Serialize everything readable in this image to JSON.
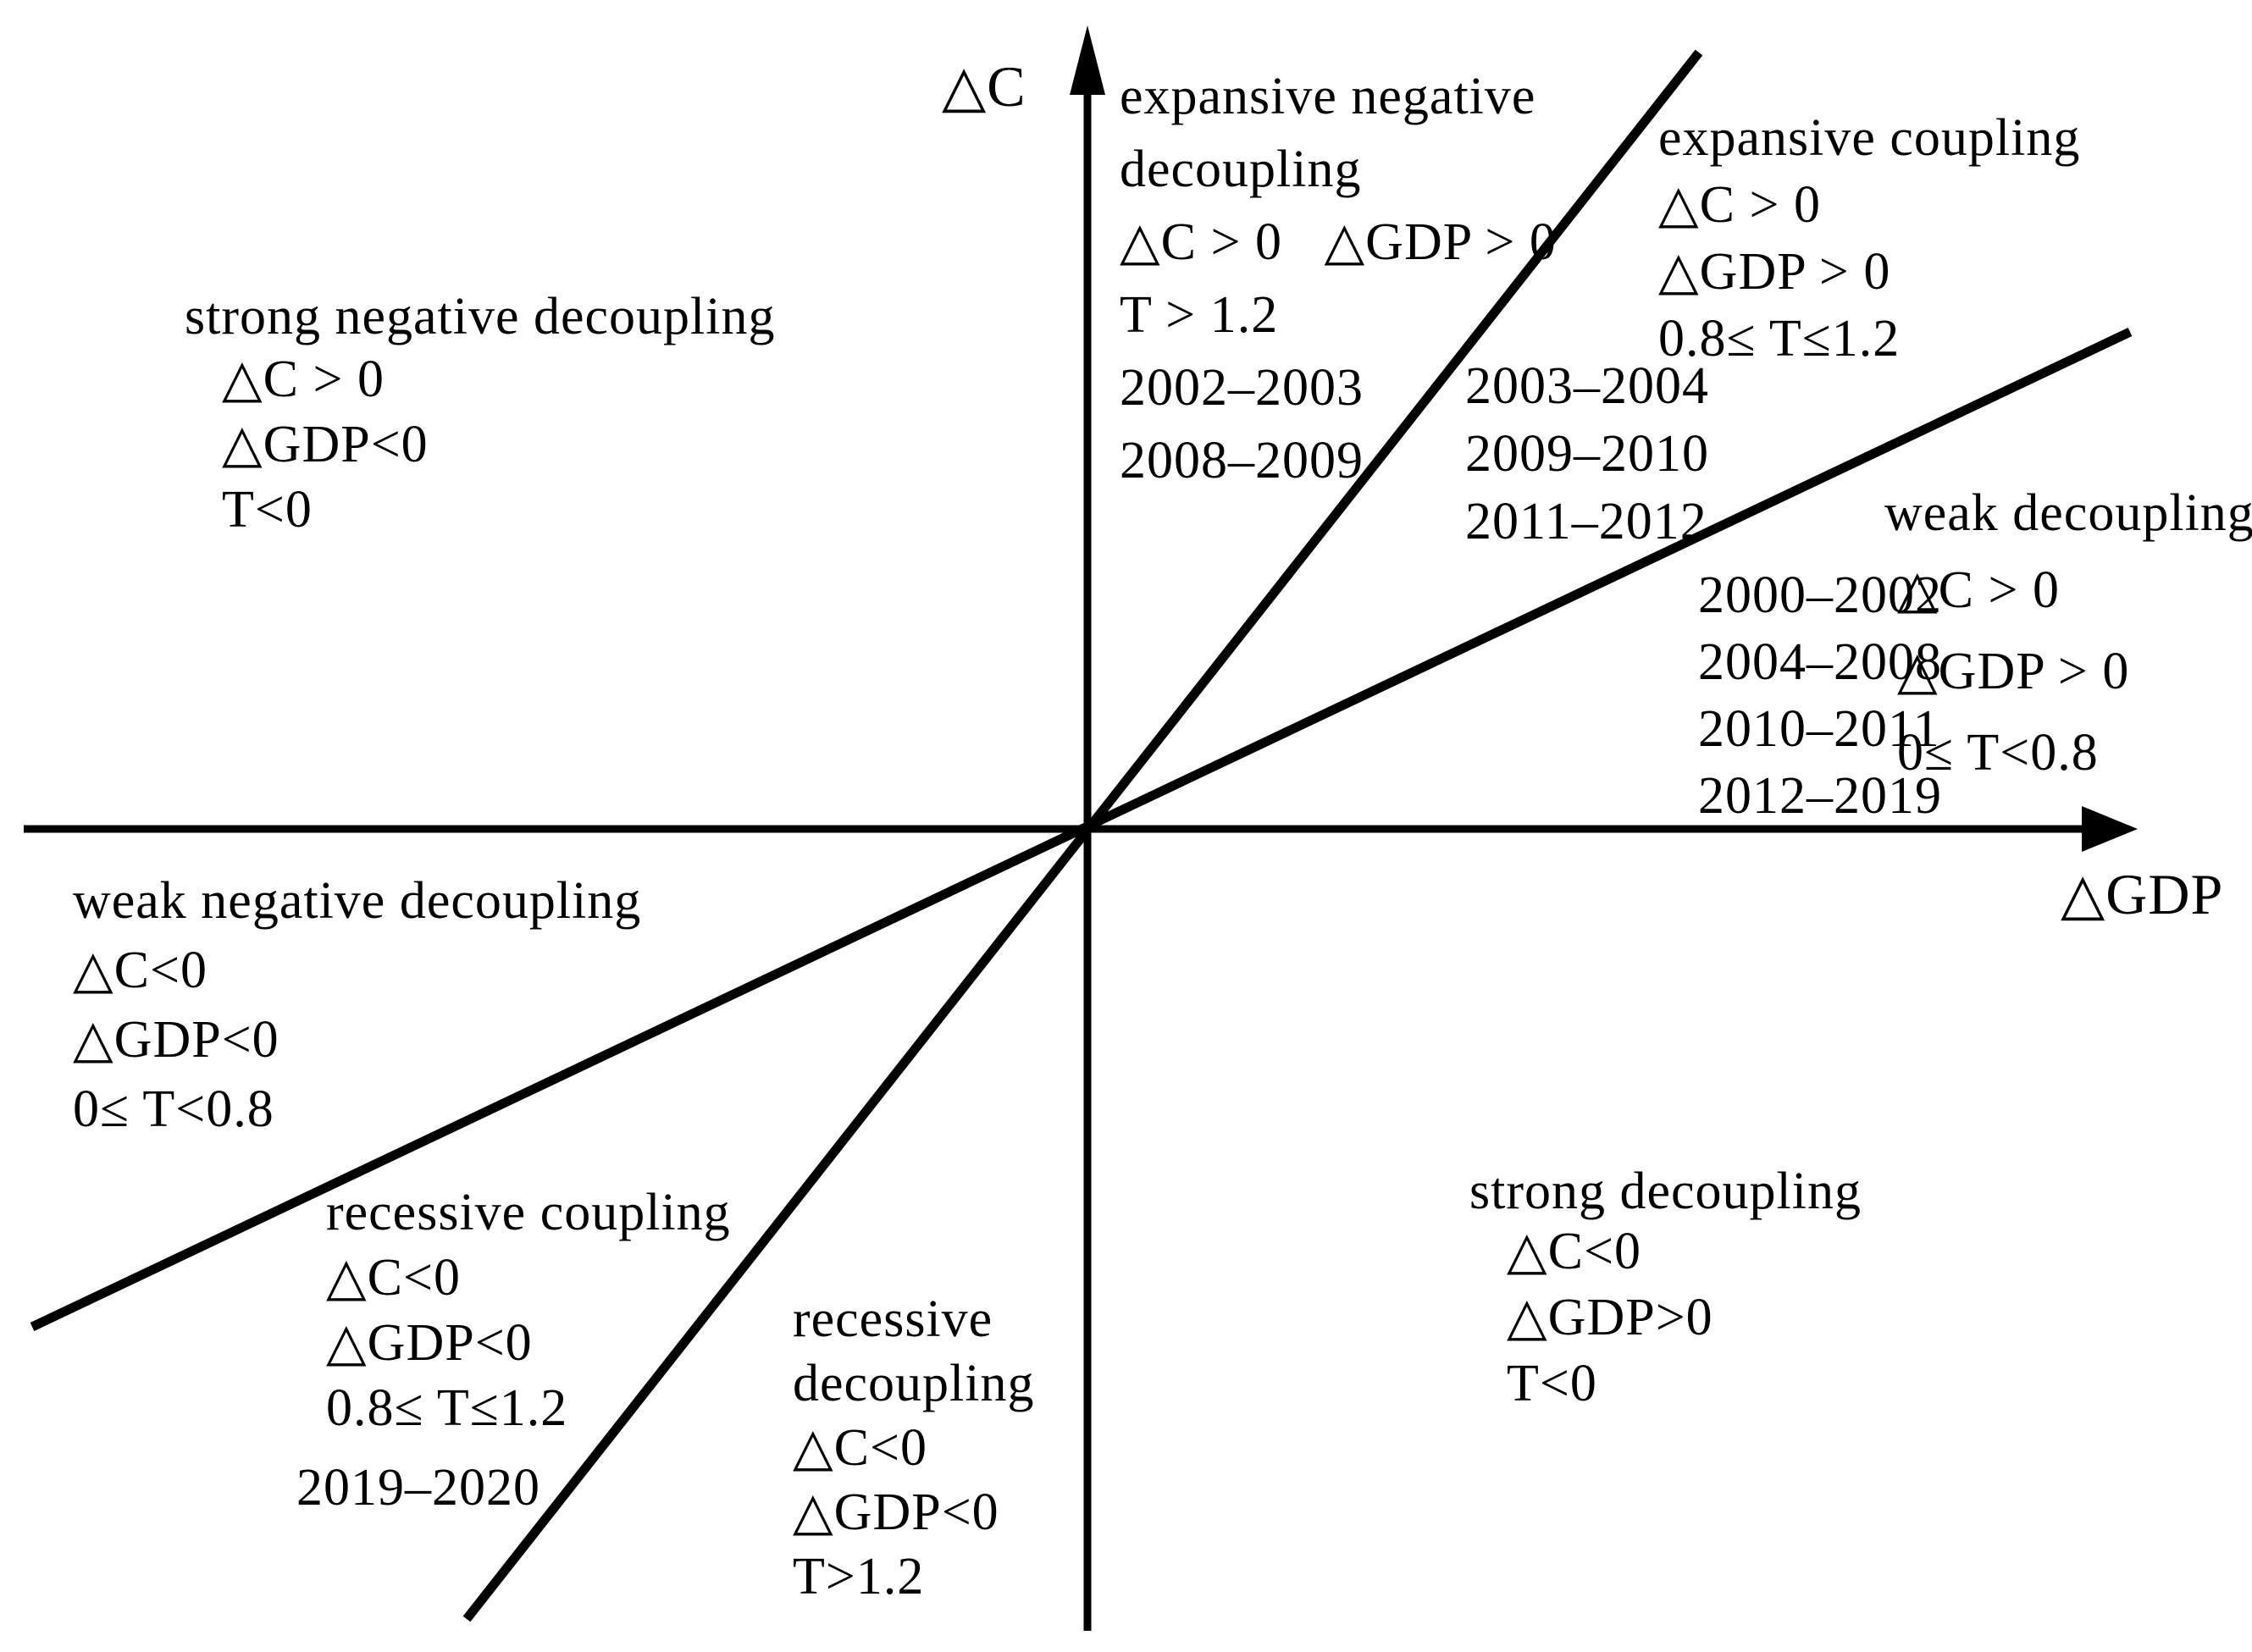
{
  "axes": {
    "y_label": "△C",
    "x_label": "△GDP"
  },
  "boundary_colors": {
    "line": "#000000",
    "text": "#000000",
    "background": "#ffffff"
  },
  "regions": {
    "expansive_negative_decoupling": {
      "lines": [
        "expansive negative",
        "decoupling",
        "△C > 0   △GDP > 0",
        "T > 1.2",
        "2002–2003",
        "2008–2009"
      ]
    },
    "expansive_coupling": {
      "lines": [
        "expansive coupling",
        "△C > 0",
        "△GDP > 0",
        "0.8≤ T≤1.2"
      ],
      "years": [
        "2003–2004",
        "2009–2010",
        "2011–2012"
      ]
    },
    "weak_decoupling": {
      "title": "weak decoupling",
      "years": [
        "2000–2002",
        "2004–2008",
        "2010–2011",
        "2012–2019"
      ],
      "conditions": [
        "△C > 0",
        "△GDP > 0",
        "0≤ T<0.8"
      ]
    },
    "strong_negative_decoupling": {
      "title": "strong negative decoupling",
      "conditions": [
        "△C > 0",
        "△GDP<0",
        "T<0"
      ]
    },
    "weak_negative_decoupling": {
      "lines": [
        "weak negative decoupling",
        "△C<0",
        "△GDP<0",
        "0≤ T<0.8"
      ]
    },
    "recessive_coupling": {
      "lines": [
        "recessive coupling",
        "△C<0",
        "△GDP<0",
        "0.8≤ T≤1.2"
      ],
      "year": "2019–2020"
    },
    "recessive_decoupling": {
      "lines": [
        "recessive",
        "decoupling",
        "△C<0",
        "△GDP<0",
        "T>1.2"
      ]
    },
    "strong_decoupling": {
      "title": "strong decoupling",
      "conditions": [
        "△C<0",
        "△GDP>0",
        "T<0"
      ]
    }
  }
}
